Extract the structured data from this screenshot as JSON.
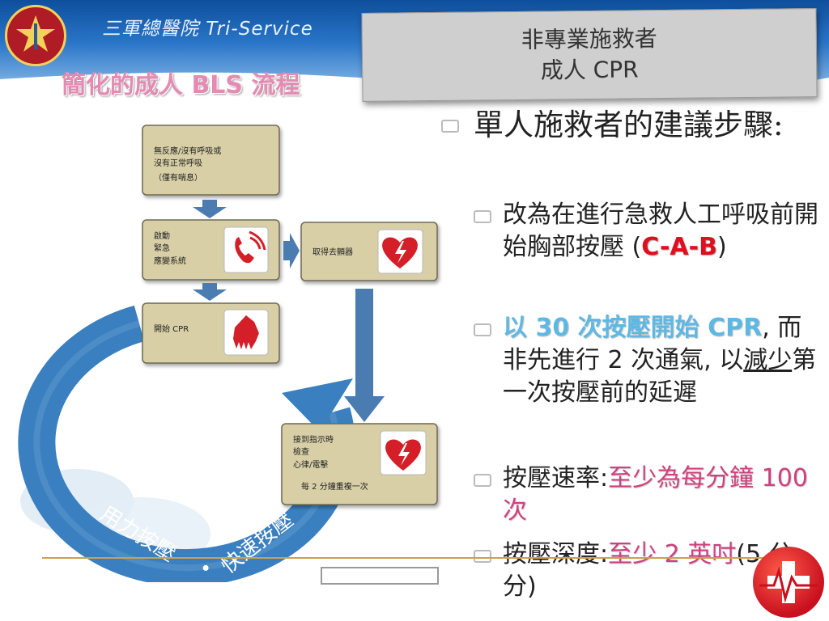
{
  "header": {
    "hospital_name": "三軍總醫院 Tri-Service",
    "subtitle": "簡化的成人 BLS 流程"
  },
  "title": {
    "line1": "非專業施救者",
    "line2": "成人 CPR"
  },
  "diagram": {
    "box1_lines": [
      "無反應/沒有呼吸或",
      "沒有正常呼吸",
      "（僅有喘息）"
    ],
    "box2_lines": [
      "啟動",
      "緊急",
      "應變系統"
    ],
    "box3_label": "取得去顫器",
    "box4_label": "開始 CPR",
    "box5_lines": [
      "接到指示時",
      "檢查",
      "心律/電擊"
    ],
    "box5_note": "每 2 分鐘重複一次",
    "circle_left": "用力按壓",
    "circle_dot": "•",
    "circle_right": "快速按壓"
  },
  "bullets": {
    "main": "單人施救者的建議步驟:",
    "b1": {
      "text": "改為在進行急救人工呼吸前開始胸部按壓 (",
      "highlight": "C-A-B",
      "end": ")"
    },
    "b2": {
      "highlight": "以 30 次按壓開始 CPR",
      "text1": ", 而非先進行 2 次通氣, 以",
      "underline": "減少",
      "text2": "第一次按壓前的延遲"
    },
    "b3": {
      "label": "按壓速率:",
      "value": "至少為每分鐘 100 次"
    },
    "b4": {
      "label": "按壓深度:",
      "value": "至少 2 英吋",
      "end": "(5 公分)"
    }
  },
  "colors": {
    "accent_red": "#e10e1e",
    "accent_cyan": "#5fb8e3",
    "accent_pink": "#d0407e",
    "circle_blue": "#3a7fbf",
    "box_tan": "#d8cfa6"
  }
}
